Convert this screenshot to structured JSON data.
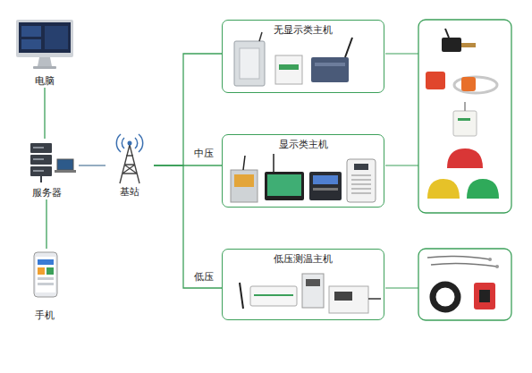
{
  "diagram": {
    "nodes": [
      {
        "text": [
          "电脑"
        ]
      },
      {
        "text": [
          "服务器"
        ]
      },
      {
        "text": [
          "手机"
        ]
      },
      {
        "text": [
          "基站"
        ]
      },
      {
        "text": [
          "无显示类主机"
        ]
      },
      {
        "text": [
          "显示类主机"
        ]
      },
      {
        "text": [
          "低压测温主机"
        ]
      }
    ],
    "edges": [
      {
        "from": 0,
        "to": 1,
        "arrow": "none"
      },
      {
        "from": 1,
        "to": 2,
        "arrow": "none"
      },
      {
        "from": 1,
        "to": 3,
        "arrow": "none"
      },
      {
        "from": 3,
        "to": 4,
        "arrow": "none"
      },
      {
        "from": 3,
        "to": 5,
        "label": "中压",
        "arrow": "none"
      },
      {
        "from": 3,
        "to": 6,
        "label": "低压",
        "arrow": "none"
      }
    ]
  }
}
